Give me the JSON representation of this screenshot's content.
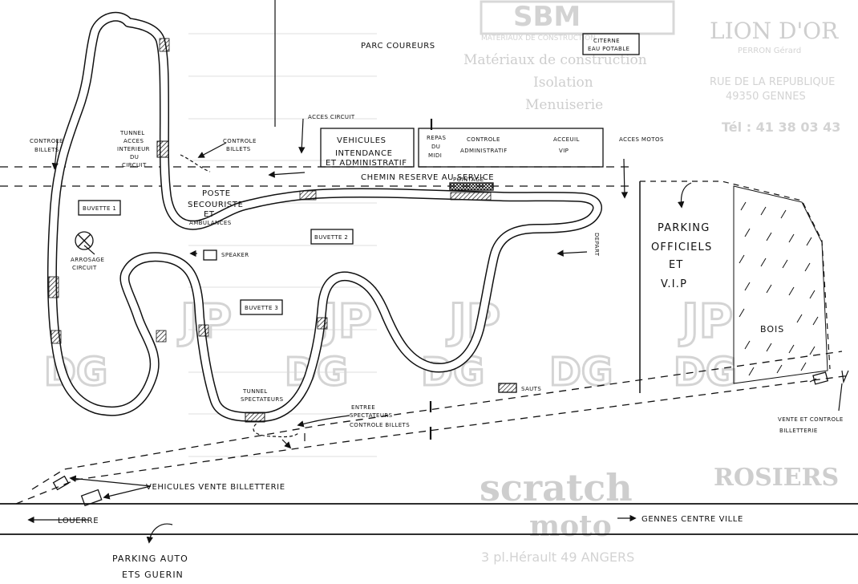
{
  "labels": {
    "parc_coureurs": "PARC COUREURS",
    "citerne_1": "CITERNE",
    "citerne_2": "EAU POTABLE",
    "acces_circuit": "ACCES CIRCUIT",
    "controle_billets_left_1": "CONTROLE",
    "controle_billets_left_2": "BILLETS",
    "tunnel_1": "TUNNEL",
    "tunnel_2": "ACCES",
    "tunnel_3": "INTERIEUR",
    "tunnel_4": "DU",
    "tunnel_5": "CIRCUIT",
    "controle_billets_mid_1": "CONTROLE",
    "controle_billets_mid_2": "BILLETS",
    "vehicules_1": "VEHICULES",
    "vehicules_2": "INTENDANCE",
    "vehicules_3": "ET ADMINISTRATIF",
    "repas_1": "REPAS",
    "repas_2": "DU",
    "repas_3": "MIDI",
    "controle_admin_1": "CONTROLE",
    "controle_admin_2": "ADMINISTRATIF",
    "accueil_1": "ACCEUIL",
    "accueil_2": "VIP",
    "acces_motos": "ACCES MOTOS",
    "chemin": "CHEMIN RESERVE AU SERVICE",
    "pointage": "POINTAGE",
    "poste_1": "POSTE",
    "poste_2": "SECOURISTE",
    "poste_3": "ET",
    "poste_4": "AMBULANCES",
    "buvette_1": "BUVETTE 1",
    "buvette_2": "BUVETTE 2",
    "buvette_3": "BUVETTE 3",
    "arrosage_1": "ARROSAGE",
    "arrosage_2": "CIRCUIT",
    "speaker": "SPEAKER",
    "depart": "DEPART",
    "parking_1": "PARKING",
    "parking_2": "OFFICIELS",
    "parking_3": "ET",
    "parking_4": "V.I.P",
    "bois": "BOIS",
    "tunnel_spect_1": "TUNNEL",
    "tunnel_spect_2": "SPECTATEURS",
    "entree_1": "ENTREE",
    "entree_2": "SPECTATEURS",
    "entree_3": "CONTROLE BILLETS",
    "sauts": "SAUTS",
    "vente_1": "VENTE ET CONTROLE",
    "vente_2": "BILLETTERIE",
    "vehicules_vente": "VEHICULES VENTE BILLETTERIE",
    "louerre": "LOUERRE",
    "gennes": "GENNES CENTRE VILLE",
    "parking_auto_1": "PARKING AUTO",
    "parking_auto_2": "ETS GUERIN"
  },
  "background_print": {
    "brand_top": "SBM",
    "brand_sub": "MATERIAUX DE CONSTRUCTION",
    "line1": "Matériaux de construction",
    "line2": "Isolation",
    "line3": "Menuiserie",
    "right_top": "LION D'OR",
    "right_name": "PERRON Gérard",
    "right_addr1": "RUE DE LA REPUBLIQUE",
    "right_addr2": "49350 GENNES",
    "right_tel": "Tél : 41 38 03 43",
    "scratch": "scratch",
    "moto": "moto",
    "scratch_addr": "3 pl.Hérault 49 ANGERS",
    "rosiers": "ROSIERS",
    "watermark_1": "DG",
    "watermark_2": "JP"
  },
  "colors": {
    "ink": "#111111",
    "track_fill": "#ffffff",
    "background_print": "#cfcfcf"
  }
}
